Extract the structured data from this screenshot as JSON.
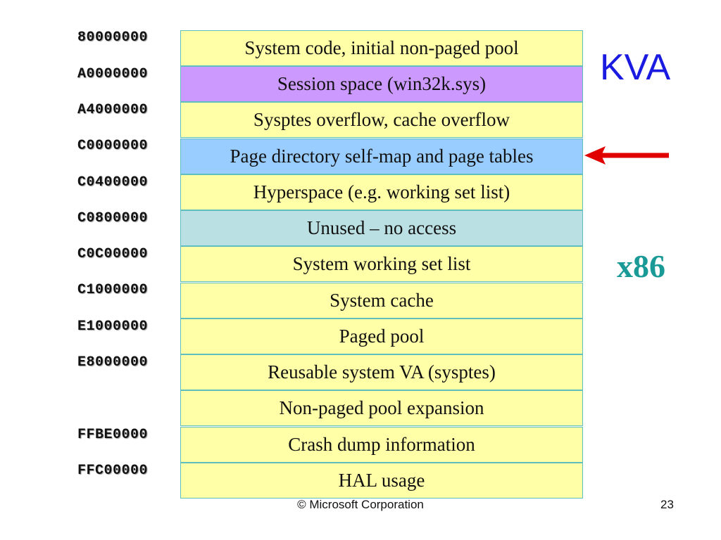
{
  "title": "KVA",
  "subtitle": "x86",
  "addresses": [
    "80000000",
    "A0000000",
    "A4000000",
    "C0000000",
    "C0400000",
    "C0800000",
    "C0C00000",
    "C1000000",
    "E1000000",
    "E8000000",
    "FFBE0000",
    "FFC00000"
  ],
  "regions": [
    {
      "label": "System code, initial non-paged pool",
      "color": "#ffffa8"
    },
    {
      "label": "Session space (win32k.sys)",
      "color": "#cc99ff"
    },
    {
      "label": "Sysptes overflow, cache overflow",
      "color": "#ffffa8"
    },
    {
      "label": "Page directory self-map and page tables",
      "color": "#99ccff"
    },
    {
      "label": "Hyperspace (e.g. working set list)",
      "color": "#ffffa8"
    },
    {
      "label": "Unused – no access",
      "color": "#bbe0e3"
    },
    {
      "label": "System working set list",
      "color": "#ffffa8"
    },
    {
      "label": "System cache",
      "color": "#ffffa8"
    },
    {
      "label": "Paged pool",
      "color": "#ffffa8"
    },
    {
      "label": "Reusable system VA (sysptes)",
      "color": "#ffffa8"
    },
    {
      "label": "Non-paged pool expansion",
      "color": "#ffffa8"
    },
    {
      "label": "Crash dump information",
      "color": "#ffffa8"
    },
    {
      "label": "HAL usage",
      "color": "#ffffa8"
    }
  ],
  "footer": "© Microsoft Corporation",
  "page_number": "23",
  "colors": {
    "title": "#1a1ae0",
    "subtitle": "#1a9a96",
    "arrow": "#e00000",
    "border": "#5fbfbf"
  }
}
